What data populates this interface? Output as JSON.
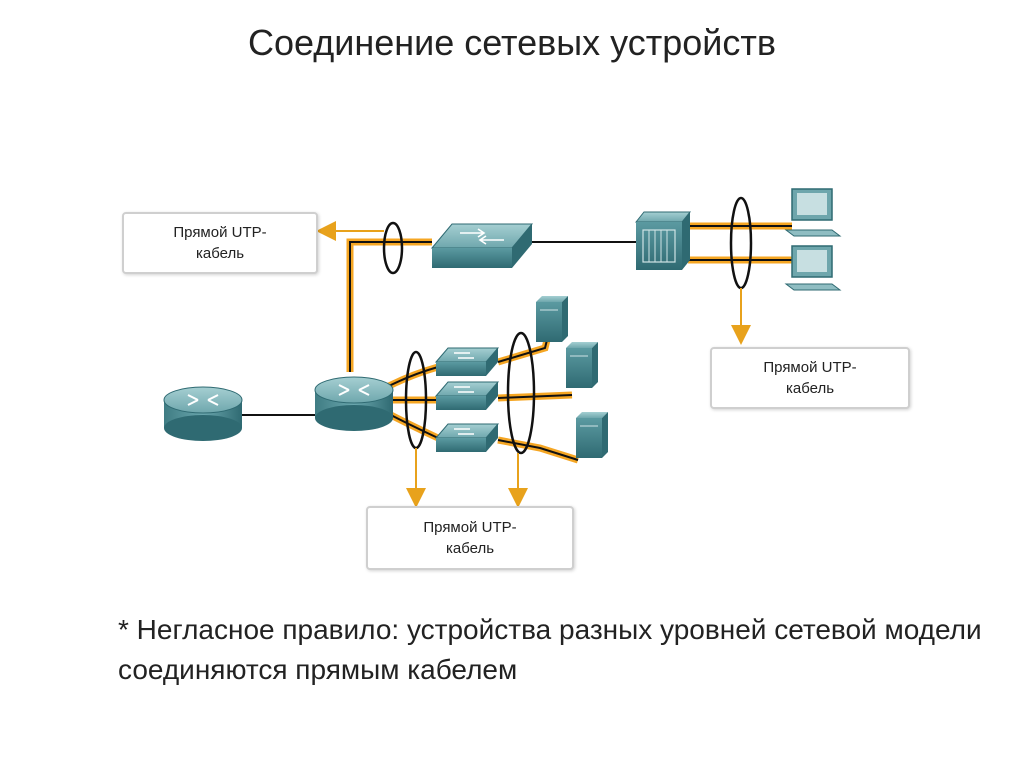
{
  "title": "Соединение сетевых устройств",
  "callouts": {
    "top_left": "Прямой UTP-кабель",
    "right": "Прямой UTP-кабель",
    "bottom": "Прямой UTP-кабель"
  },
  "note": "* Негласное правило: устройства разных уровней сетевой модели соединяются прямым кабелем",
  "colors": {
    "cable_highlight": "#f5a623",
    "cable_core": "#000000",
    "device_teal": "#4e8f96",
    "device_teal_dark": "#2f6a72",
    "device_teal_light": "#8fc0c4",
    "arrow": "#e8a21c"
  },
  "icons": {
    "router": "router-icon",
    "switch": "switch-icon",
    "hub": "hub-icon",
    "server": "server-icon",
    "pc": "pc-icon"
  }
}
